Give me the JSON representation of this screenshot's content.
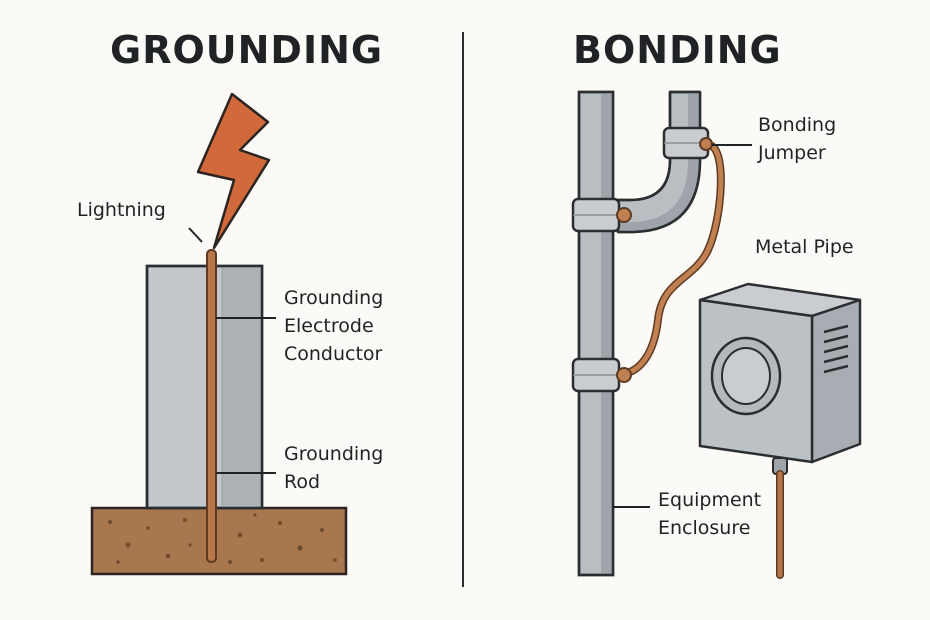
{
  "grounding": {
    "title": "GROUNDING",
    "labels": {
      "lightning": [
        "Lightning"
      ],
      "electrode_conductor": [
        "Grounding",
        "Electrode",
        "Conductor"
      ],
      "rod": [
        "Grounding",
        "Rod"
      ]
    }
  },
  "bonding": {
    "title": "BONDING",
    "labels": {
      "jumper": [
        "Bonding",
        "Jumper"
      ],
      "metal_pipe": [
        "Metal Pipe"
      ],
      "enclosure": [
        "Equipment",
        "Enclosure"
      ]
    }
  },
  "colors": {
    "copper": "#b6764a",
    "copper_dark": "#7a4a2a",
    "lightning": "#d2693a",
    "steel": "#b9bec3",
    "steel_dark": "#5c6166",
    "soil": "#a9774e",
    "ink": "#1f2326"
  }
}
